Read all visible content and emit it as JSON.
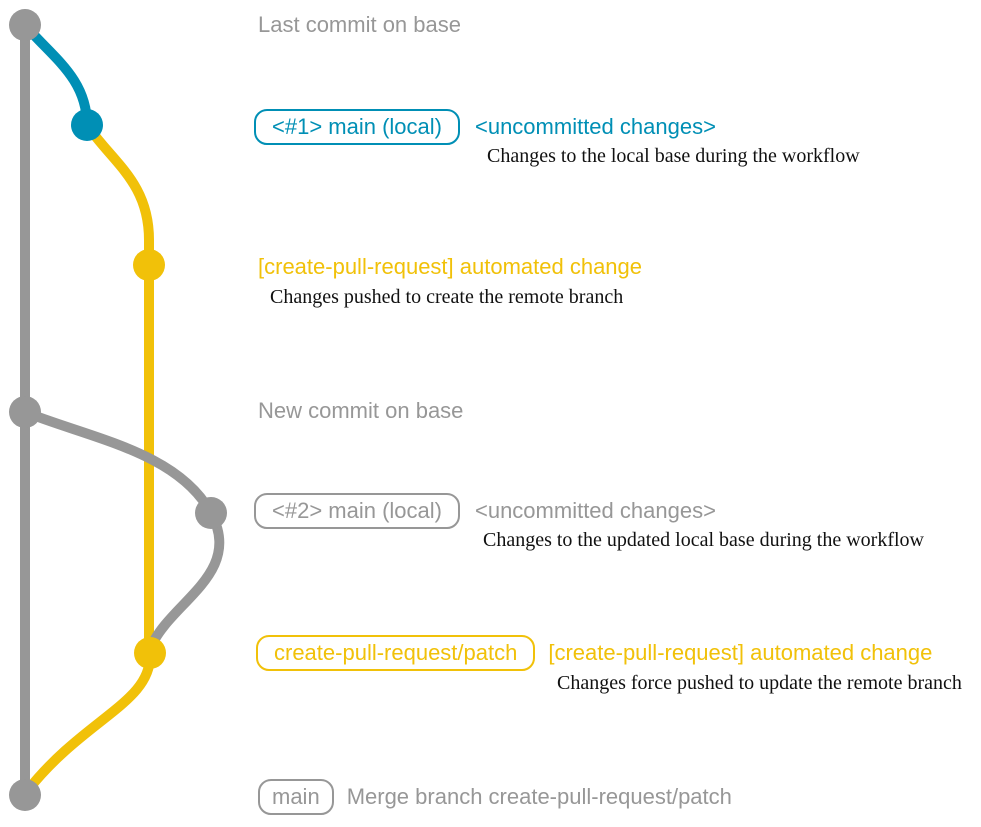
{
  "colors": {
    "base_gray": "#979797",
    "main_blue": "#008fb5",
    "branch_yellow": "#f1c109",
    "detail_text": "#111111",
    "background": "#ffffff"
  },
  "rows": {
    "last_commit_label": "Last commit on base",
    "uncommitted_1": {
      "badge": "<#1> main (local)",
      "label": "<uncommitted changes>",
      "detail": "Changes to the local base during the workflow"
    },
    "automated_change_1": {
      "label": "[create-pull-request] automated change",
      "detail": "Changes pushed to create the remote branch"
    },
    "new_commit_label": "New commit on base",
    "uncommitted_2": {
      "badge": "<#2> main (local)",
      "label": "<uncommitted changes>",
      "detail": "Changes to the updated local base during the workflow"
    },
    "automated_change_2": {
      "badge": "create-pull-request/patch",
      "label": "[create-pull-request] automated change",
      "detail": "Changes force pushed to update the remote branch"
    },
    "merge": {
      "badge": "main",
      "label": "Merge branch create-pull-request/patch"
    }
  },
  "graph": {
    "branches": [
      {
        "name": "base",
        "color": "#979797"
      },
      {
        "name": "main (local)",
        "color": "#008fb5"
      },
      {
        "name": "create-pull-request/patch",
        "color": "#f1c109"
      }
    ],
    "commits": [
      {
        "name": "last-commit-on-base",
        "branch": "base",
        "color": "#979797"
      },
      {
        "name": "uncommitted-changes-1",
        "branch": "main (local)",
        "color": "#008fb5"
      },
      {
        "name": "automated-change-1",
        "branch": "create-pull-request/patch",
        "color": "#f1c109"
      },
      {
        "name": "new-commit-on-base",
        "branch": "base",
        "color": "#979797"
      },
      {
        "name": "uncommitted-changes-2",
        "branch": "main (local)",
        "color": "#979797"
      },
      {
        "name": "automated-change-2",
        "branch": "create-pull-request/patch",
        "color": "#f1c109"
      },
      {
        "name": "merge-commit",
        "branch": "base",
        "color": "#979797"
      }
    ]
  }
}
